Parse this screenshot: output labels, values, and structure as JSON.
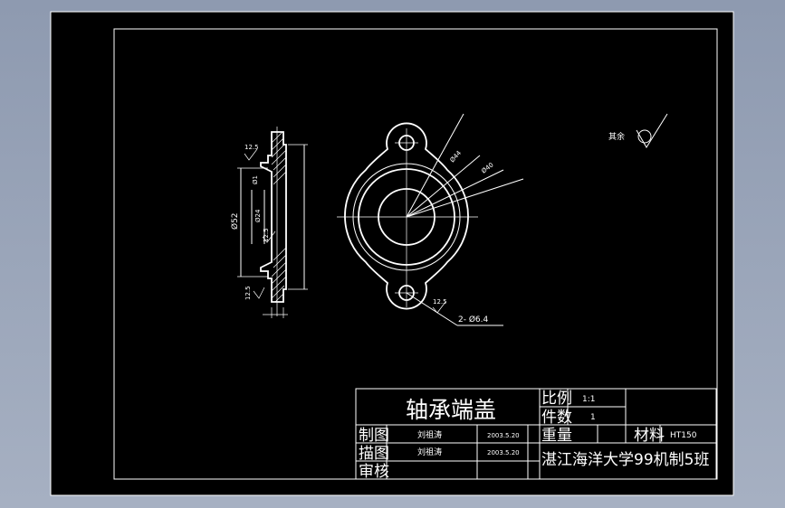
{
  "title_block": {
    "part_name": "轴承端盖",
    "scale_label": "比例",
    "scale_value": "1:1",
    "count_label": "件数",
    "count_value": "1",
    "weight_label": "重量",
    "material_label": "材料",
    "material_value": "HT150",
    "drawn_label": "制图",
    "drawn_name": "刘祖涛",
    "drawn_date": "2003.5.20",
    "traced_label": "描图",
    "traced_name": "刘祖涛",
    "traced_date": "2003.5.20",
    "checked_label": "审核",
    "school": "湛江海洋大学99机制5班"
  },
  "annotations": {
    "dia_44": "Ø44",
    "dia_40": "Ø40",
    "dia_52": "Ø52",
    "dia_24": "Ø24",
    "dia_1": "Ø1",
    "holes": "2- Ø6.4",
    "rough_top": "12.5",
    "rough_mid": "12.5",
    "rough_hole": "12.5",
    "rough_left": "12.5",
    "rest_label": "其余"
  },
  "colors": {
    "sheet": "#000000",
    "lines": "#ffffff",
    "background": "#9aa5b8"
  }
}
